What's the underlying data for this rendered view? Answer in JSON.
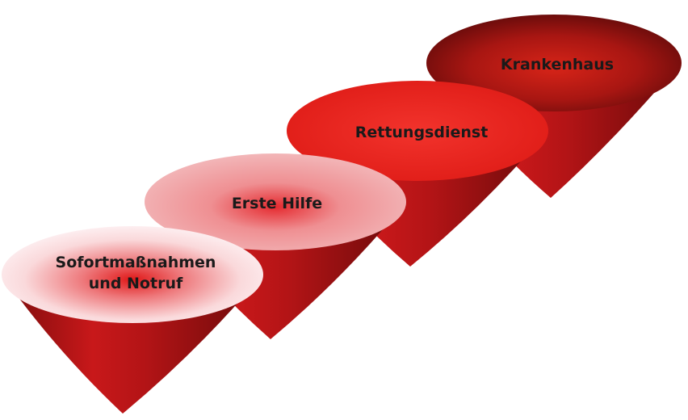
{
  "stages": [
    {
      "lines": [
        "Sofortmaßnahmen",
        "und Notruf"
      ],
      "top_color": "#fce8ea",
      "center_color": "#e0141b"
    },
    {
      "lines": [
        "Erste Hilfe"
      ],
      "top_color": "#f3b7b9",
      "center_color": "#e8363d"
    },
    {
      "lines": [
        "Rettungsdienst"
      ],
      "top_color": "#e8231e",
      "center_color": "#ec2b26"
    },
    {
      "lines": [
        "Krankenhaus"
      ],
      "top_color": "#7c1010",
      "center_color": "#cf2016"
    }
  ]
}
